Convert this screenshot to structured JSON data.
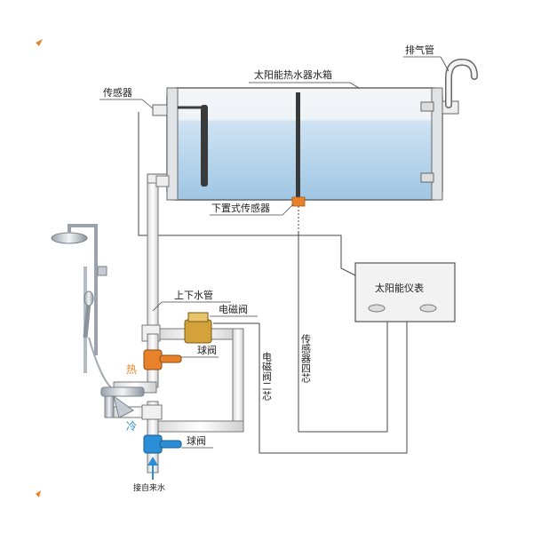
{
  "labels": {
    "tank": "太阳能热水器水箱",
    "exhaust_pipe": "排气管",
    "sensor": "传感器",
    "bottom_sensor": "下置式传感器",
    "up_down_pipe": "上下水管",
    "solenoid_valve": "电磁阀",
    "ball_valve_hot": "球阀",
    "ball_valve_cold": "球阀",
    "hot": "热",
    "cold": "冷",
    "water_inlet": "接自来水",
    "meter": "太阳能仪表",
    "sensor_cable": "传感器四芯",
    "valve_cable": "电磁阀二芯"
  },
  "colors": {
    "hot": "#e8822a",
    "cold": "#2a8fd6",
    "water": "#bcd9ee",
    "pipe": "#ffffff",
    "outline": "#555555"
  }
}
